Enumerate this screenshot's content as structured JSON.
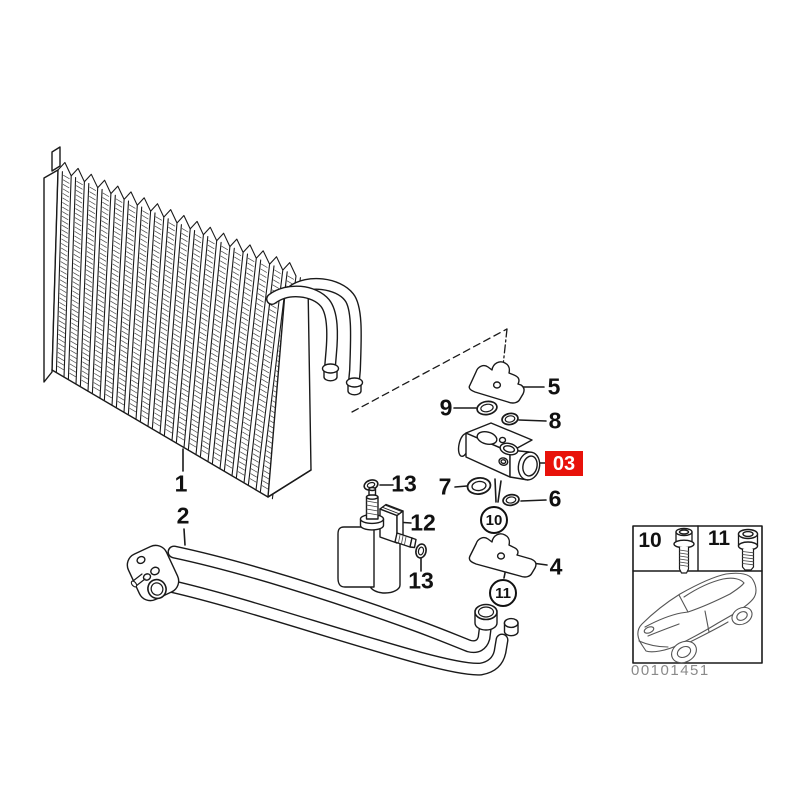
{
  "colors": {
    "background": "#ffffff",
    "line": "#1a1a1a",
    "highlight_bg": "#e8120a",
    "highlight_text": "#ffffff",
    "code_text": "#8a8a8a"
  },
  "callouts": {
    "evaporator": "1",
    "pipe_assembly": "2",
    "expansion_valve": "03",
    "bracket_lower": "4",
    "bracket_upper": "5",
    "oring_6": "6",
    "oring_7": "7",
    "oring_8": "8",
    "oring_9": "9",
    "balloon_10": "10",
    "balloon_11": "11",
    "valve_12": "12",
    "oring_13_upper": "13",
    "oring_13_lower": "13"
  },
  "inset": {
    "screw_10_label": "10",
    "screw_11_label": "11",
    "code": "00101451"
  }
}
